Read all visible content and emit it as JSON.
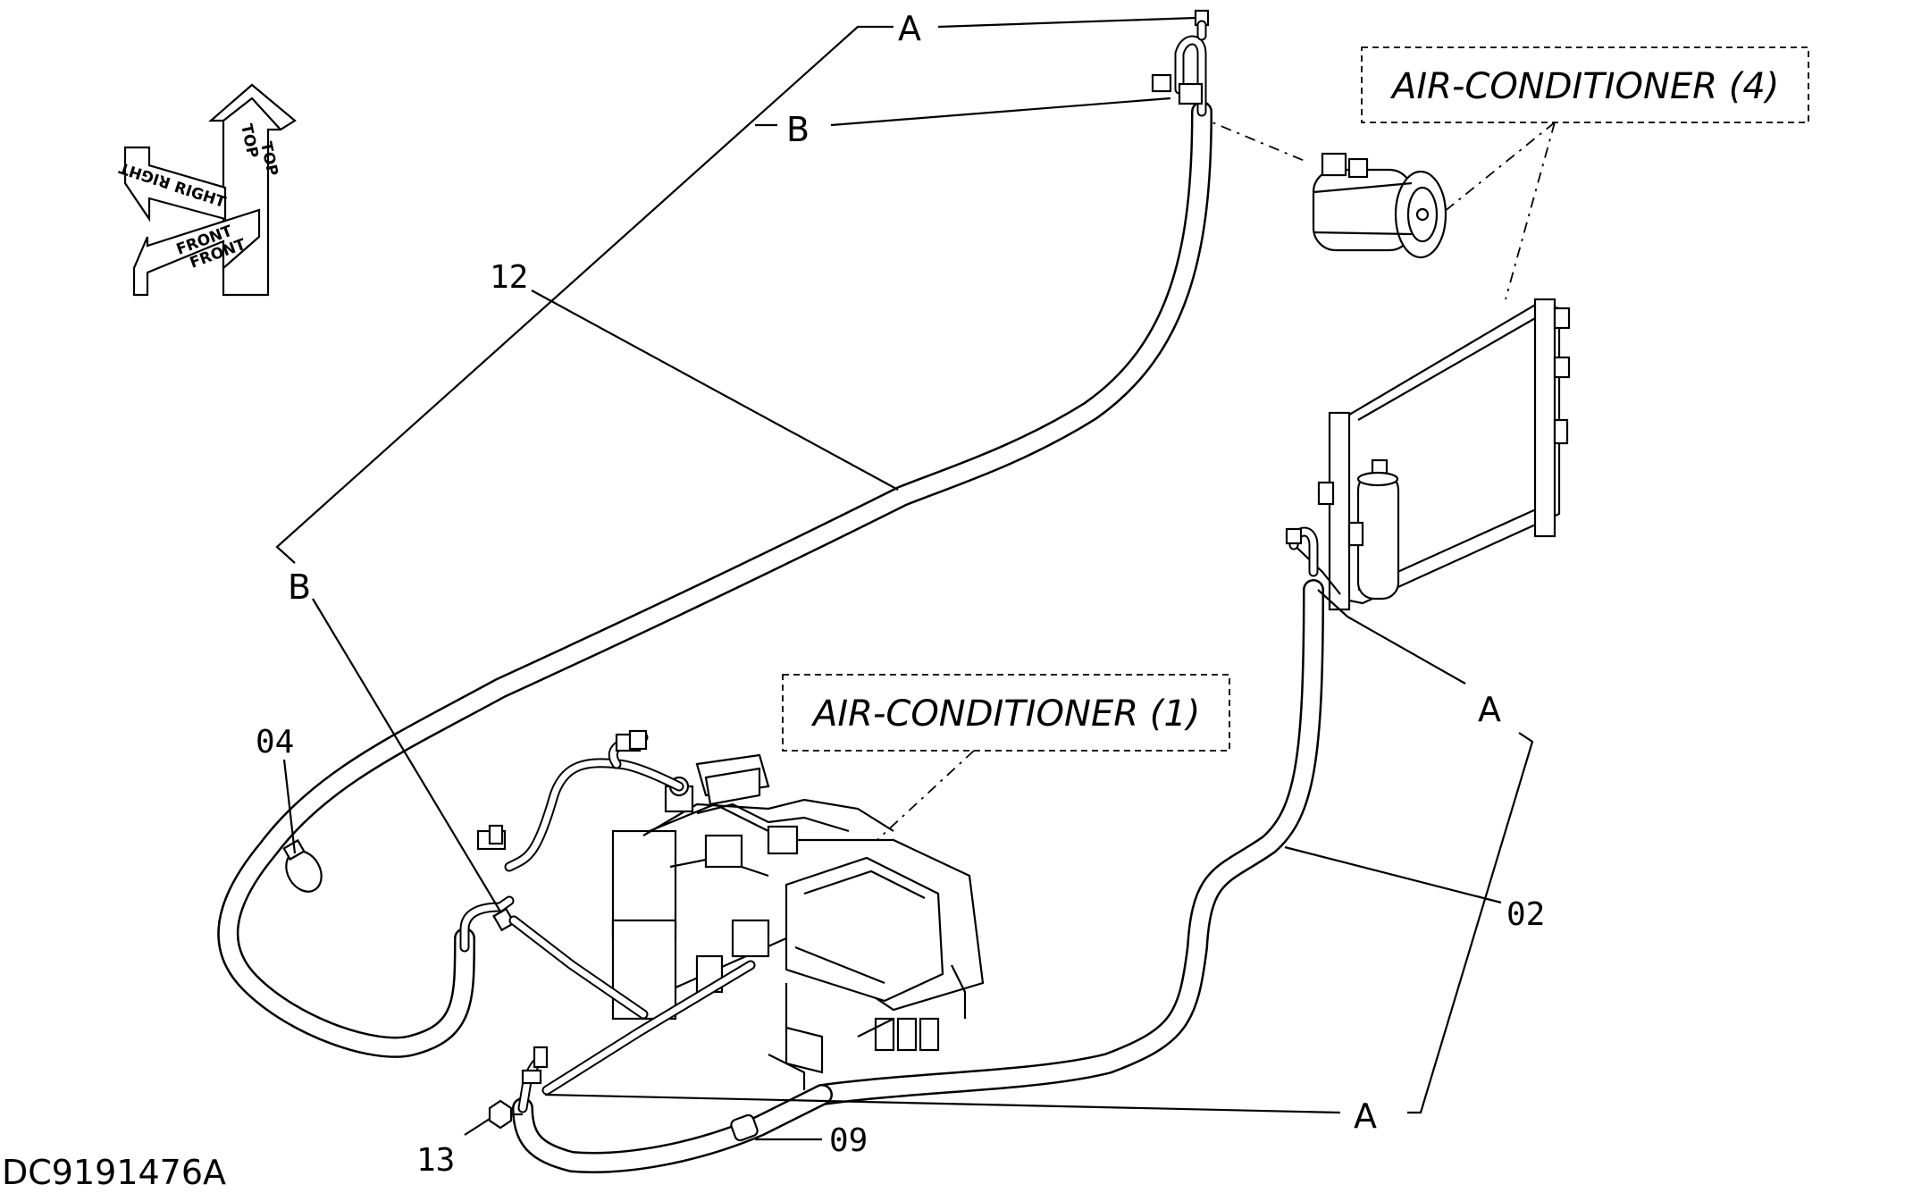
{
  "drawing_id": "DC9191476A",
  "orientation_labels": {
    "top": "TOP",
    "right": "RIGHT",
    "front": "FRONT"
  },
  "references": {
    "compressor_condenser": "AIR-CONDITIONER (4)",
    "unit": "AIR-CONDITIONER (1)"
  },
  "connection_labels": {
    "a": "A",
    "b": "B"
  },
  "part_numbers": {
    "hose_long": "12",
    "clamp": "04",
    "hose_condenser": "02",
    "bolt": "13",
    "hose_short": "09"
  }
}
